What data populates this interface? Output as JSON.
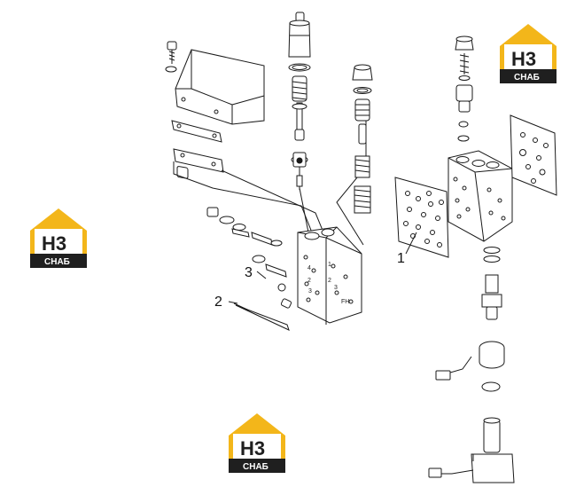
{
  "callouts": [
    {
      "id": "1",
      "text": "1"
    },
    {
      "id": "2",
      "text": "2"
    },
    {
      "id": "3",
      "text": "3"
    }
  ],
  "block_marks": {
    "left": [
      "4",
      "2",
      "3",
      "FH"
    ],
    "right": [
      "1",
      "2",
      "3"
    ]
  },
  "logo": {
    "mark": "H3",
    "caption": "СНАБ",
    "colors": {
      "roof": "#f3b61a",
      "mark": "#1f1f1f",
      "accent": "#f3b61a",
      "band": "#1f1f1f"
    }
  },
  "colors": {
    "line": "#1a1a1a",
    "fill": "#ffffff",
    "shade": "#d9d9d9"
  }
}
